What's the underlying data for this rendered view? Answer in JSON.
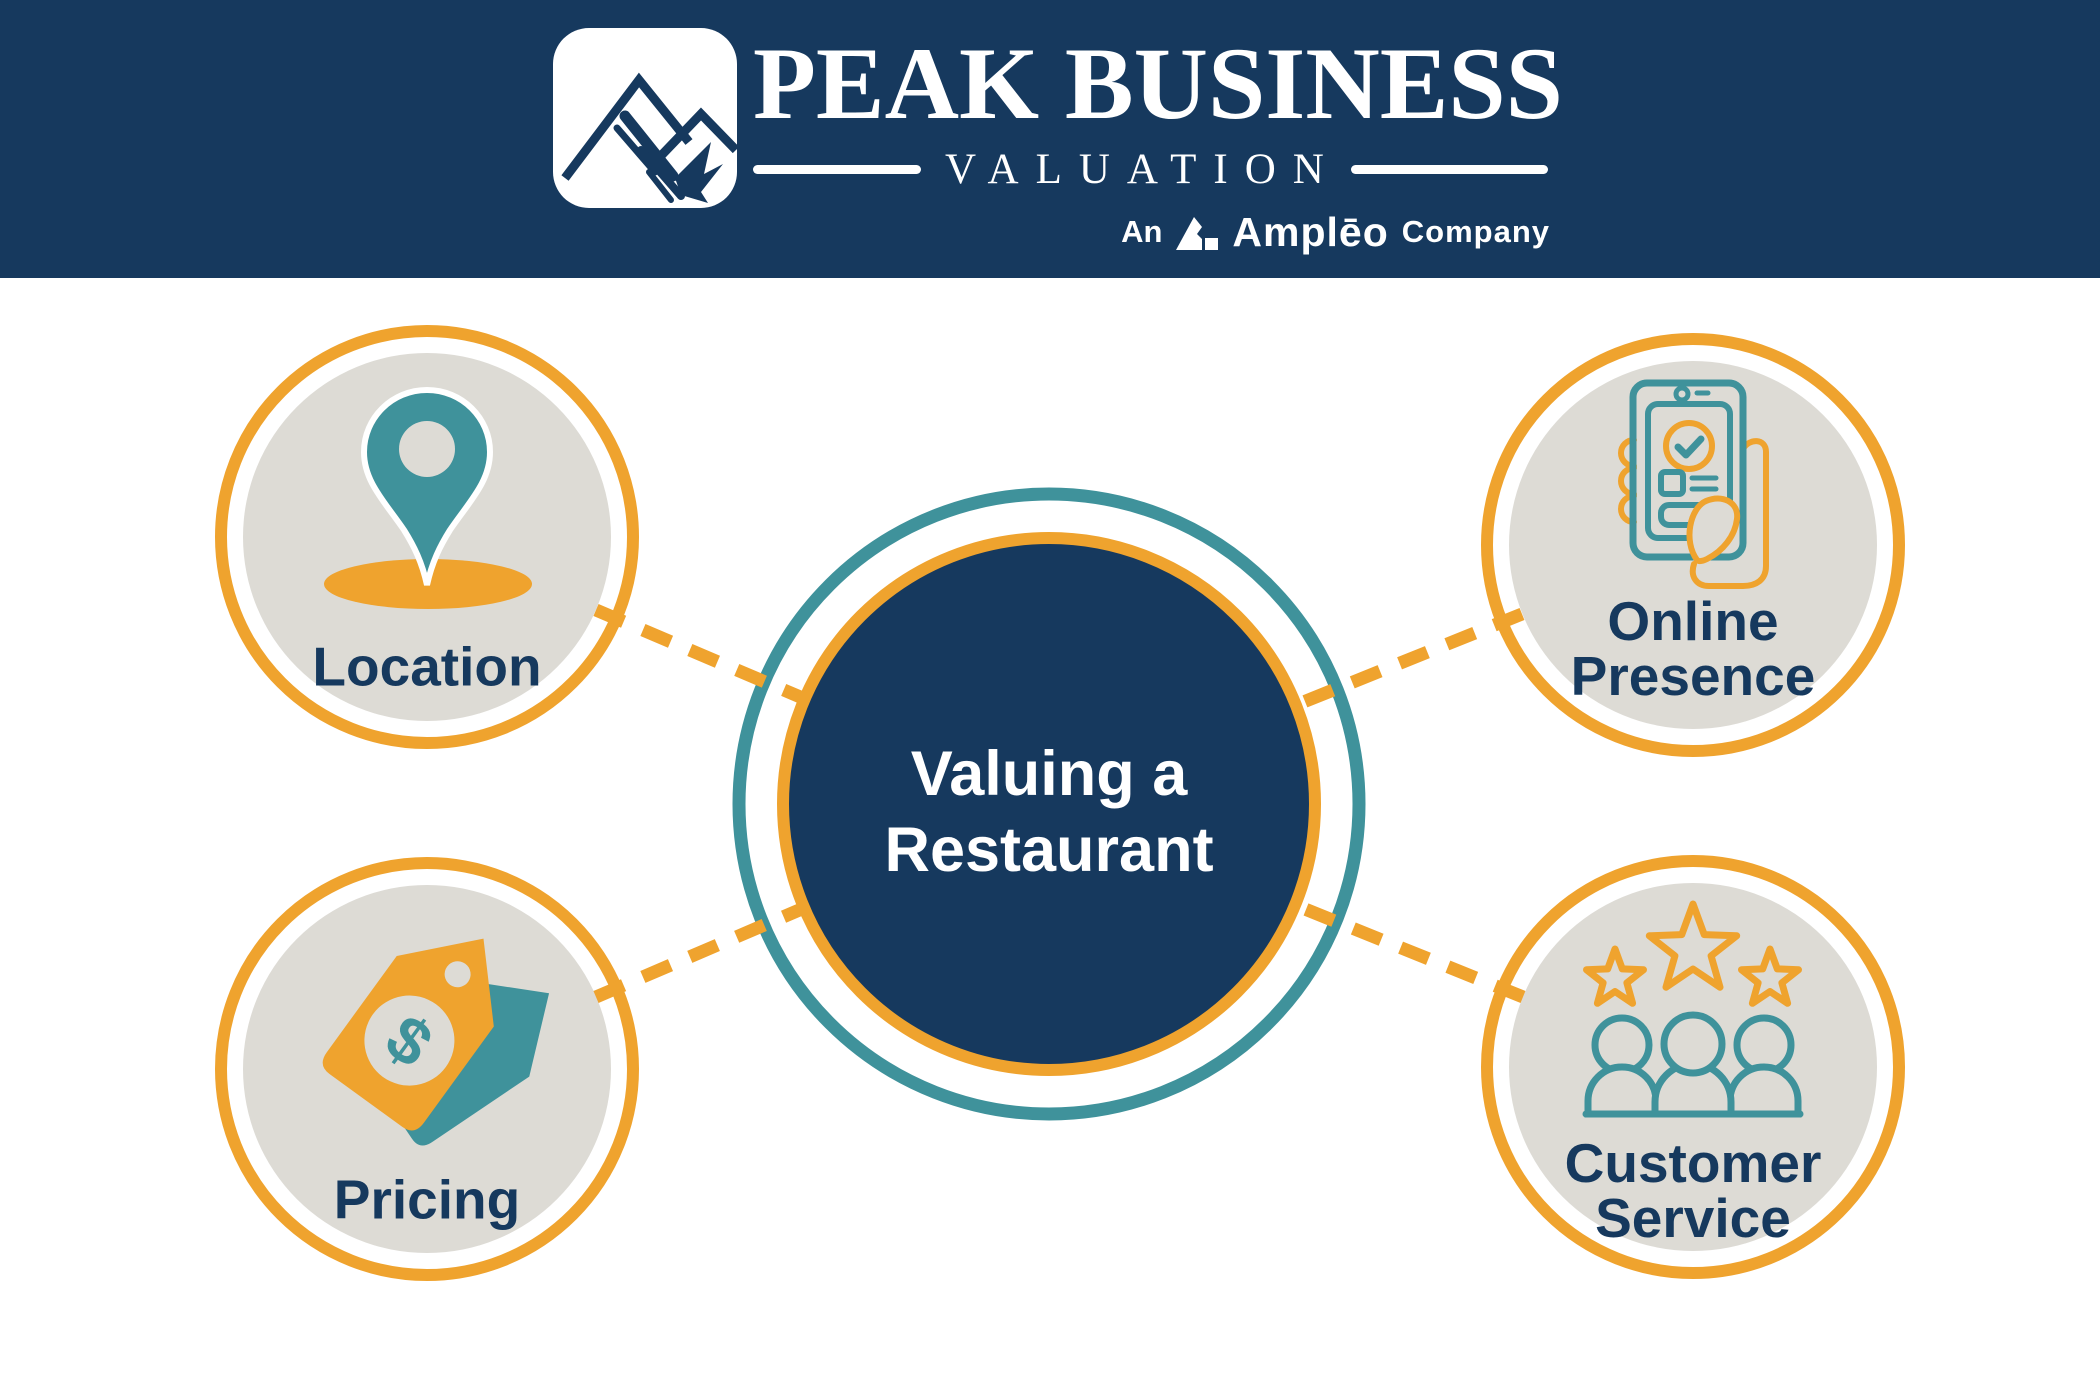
{
  "header": {
    "brand_title": "PEAK BUSINESS",
    "brand_subtitle": "VALUATION",
    "byline_prefix": "An",
    "byline_company": "Amplēo",
    "byline_suffix": "Company"
  },
  "diagram": {
    "center": {
      "label_line1": "Valuing a",
      "label_line2": "Restaurant"
    },
    "nodes": [
      {
        "id": "location",
        "label": "Location",
        "icon": "location-pin-icon"
      },
      {
        "id": "online-presence",
        "label_line1": "Online",
        "label_line2": "Presence",
        "icon": "phone-in-hand-icon"
      },
      {
        "id": "pricing",
        "label": "Pricing",
        "icon": "price-tags-icon"
      },
      {
        "id": "customer-service",
        "label_line1": "Customer",
        "label_line2": "Service",
        "icon": "stars-and-people-icon"
      }
    ]
  },
  "icons": {
    "pricing_dollar": "$"
  },
  "colors": {
    "navy": "#16395E",
    "orange": "#EFA32E",
    "teal": "#3F929B",
    "light_gray": "#DDDBD5",
    "white": "#FFFFFF"
  }
}
